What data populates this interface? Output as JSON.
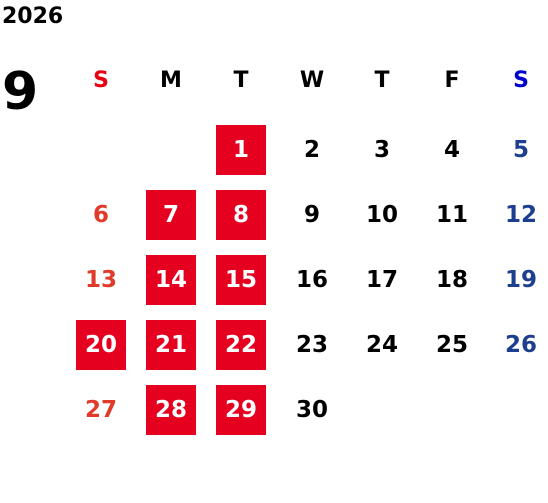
{
  "calendar": {
    "year": "2026",
    "month": "9",
    "weekdays": [
      "S",
      "M",
      "T",
      "W",
      "T",
      "F",
      "S"
    ],
    "start_weekday_index": 2,
    "days_in_month": 30,
    "highlighted_days": [
      1,
      7,
      8,
      14,
      15,
      20,
      21,
      22,
      28,
      29
    ],
    "colors": {
      "text": "#000000",
      "sunday_header": "#e60012",
      "saturday_header": "#0000cc",
      "sunday_day": "#e03a2a",
      "saturday_day": "#1e3f8f",
      "highlight_bg": "#e60020",
      "highlight_text": "#ffffff"
    }
  }
}
